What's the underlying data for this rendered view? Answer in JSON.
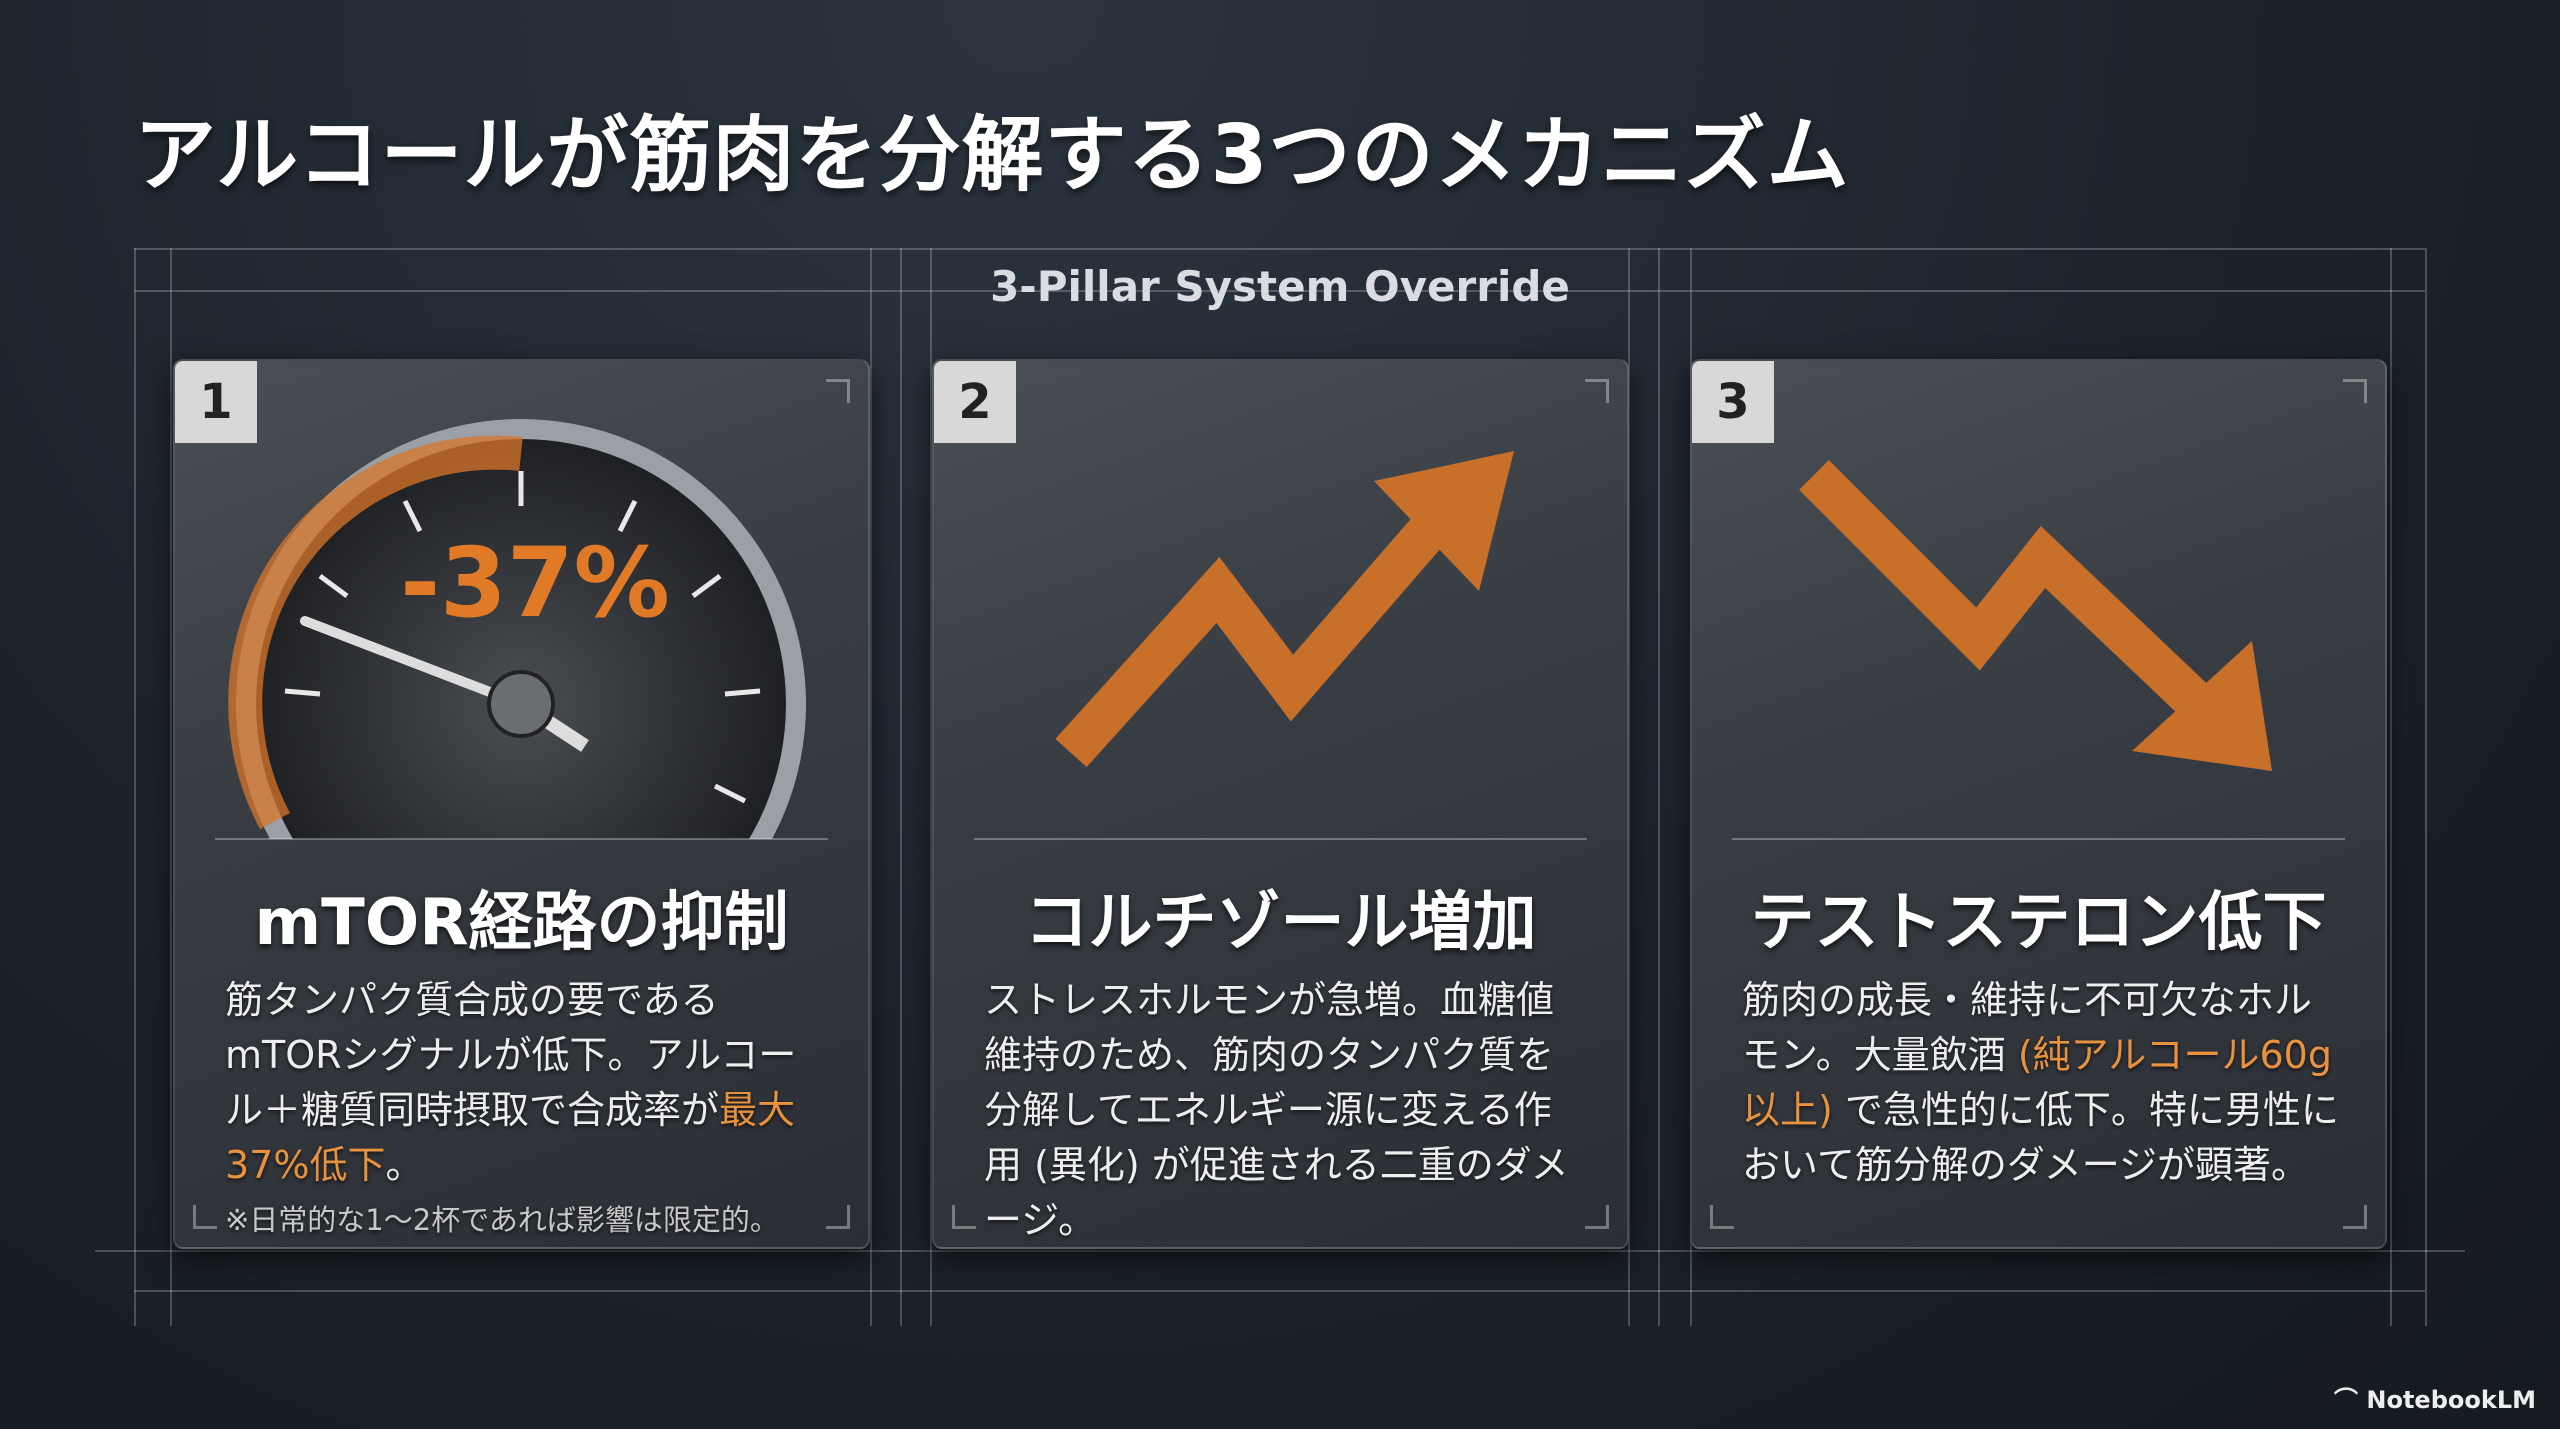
{
  "title": "アルコールが筋肉を分解する3つのメカニズム",
  "header": "3-Pillar System Override",
  "accent": "#e07a26",
  "cards": [
    {
      "number": "1",
      "icon": "gauge-icon",
      "gauge_label": "-37%",
      "title": "mTOR経路の抑制",
      "body_a": "筋タンパク質合成の要であるmTORシグナルが低下。アルコール＋糖質同時摂取で合成率が",
      "body_hl": "最大37%低下",
      "body_b": "。",
      "note": "※日常的な1〜2杯であれば影響は限定的。"
    },
    {
      "number": "2",
      "icon": "trend-up-arrow-icon",
      "title": "コルチゾール増加",
      "body": "ストレスホルモンが急増。血糖値維持のため、筋肉のタンパク質を分解してエネルギー源に変える作用 (異化) が促進される二重のダメージ。"
    },
    {
      "number": "3",
      "icon": "trend-down-arrow-icon",
      "title": "テストステロン低下",
      "body_a": "筋肉の成長・維持に不可欠なホルモン。大量飲酒 ",
      "body_hl": "(純アルコール60g以上)",
      "body_b": " で急性的に低下。特に男性において筋分解のダメージが顕著。"
    }
  ],
  "watermark": "NotebookLM"
}
